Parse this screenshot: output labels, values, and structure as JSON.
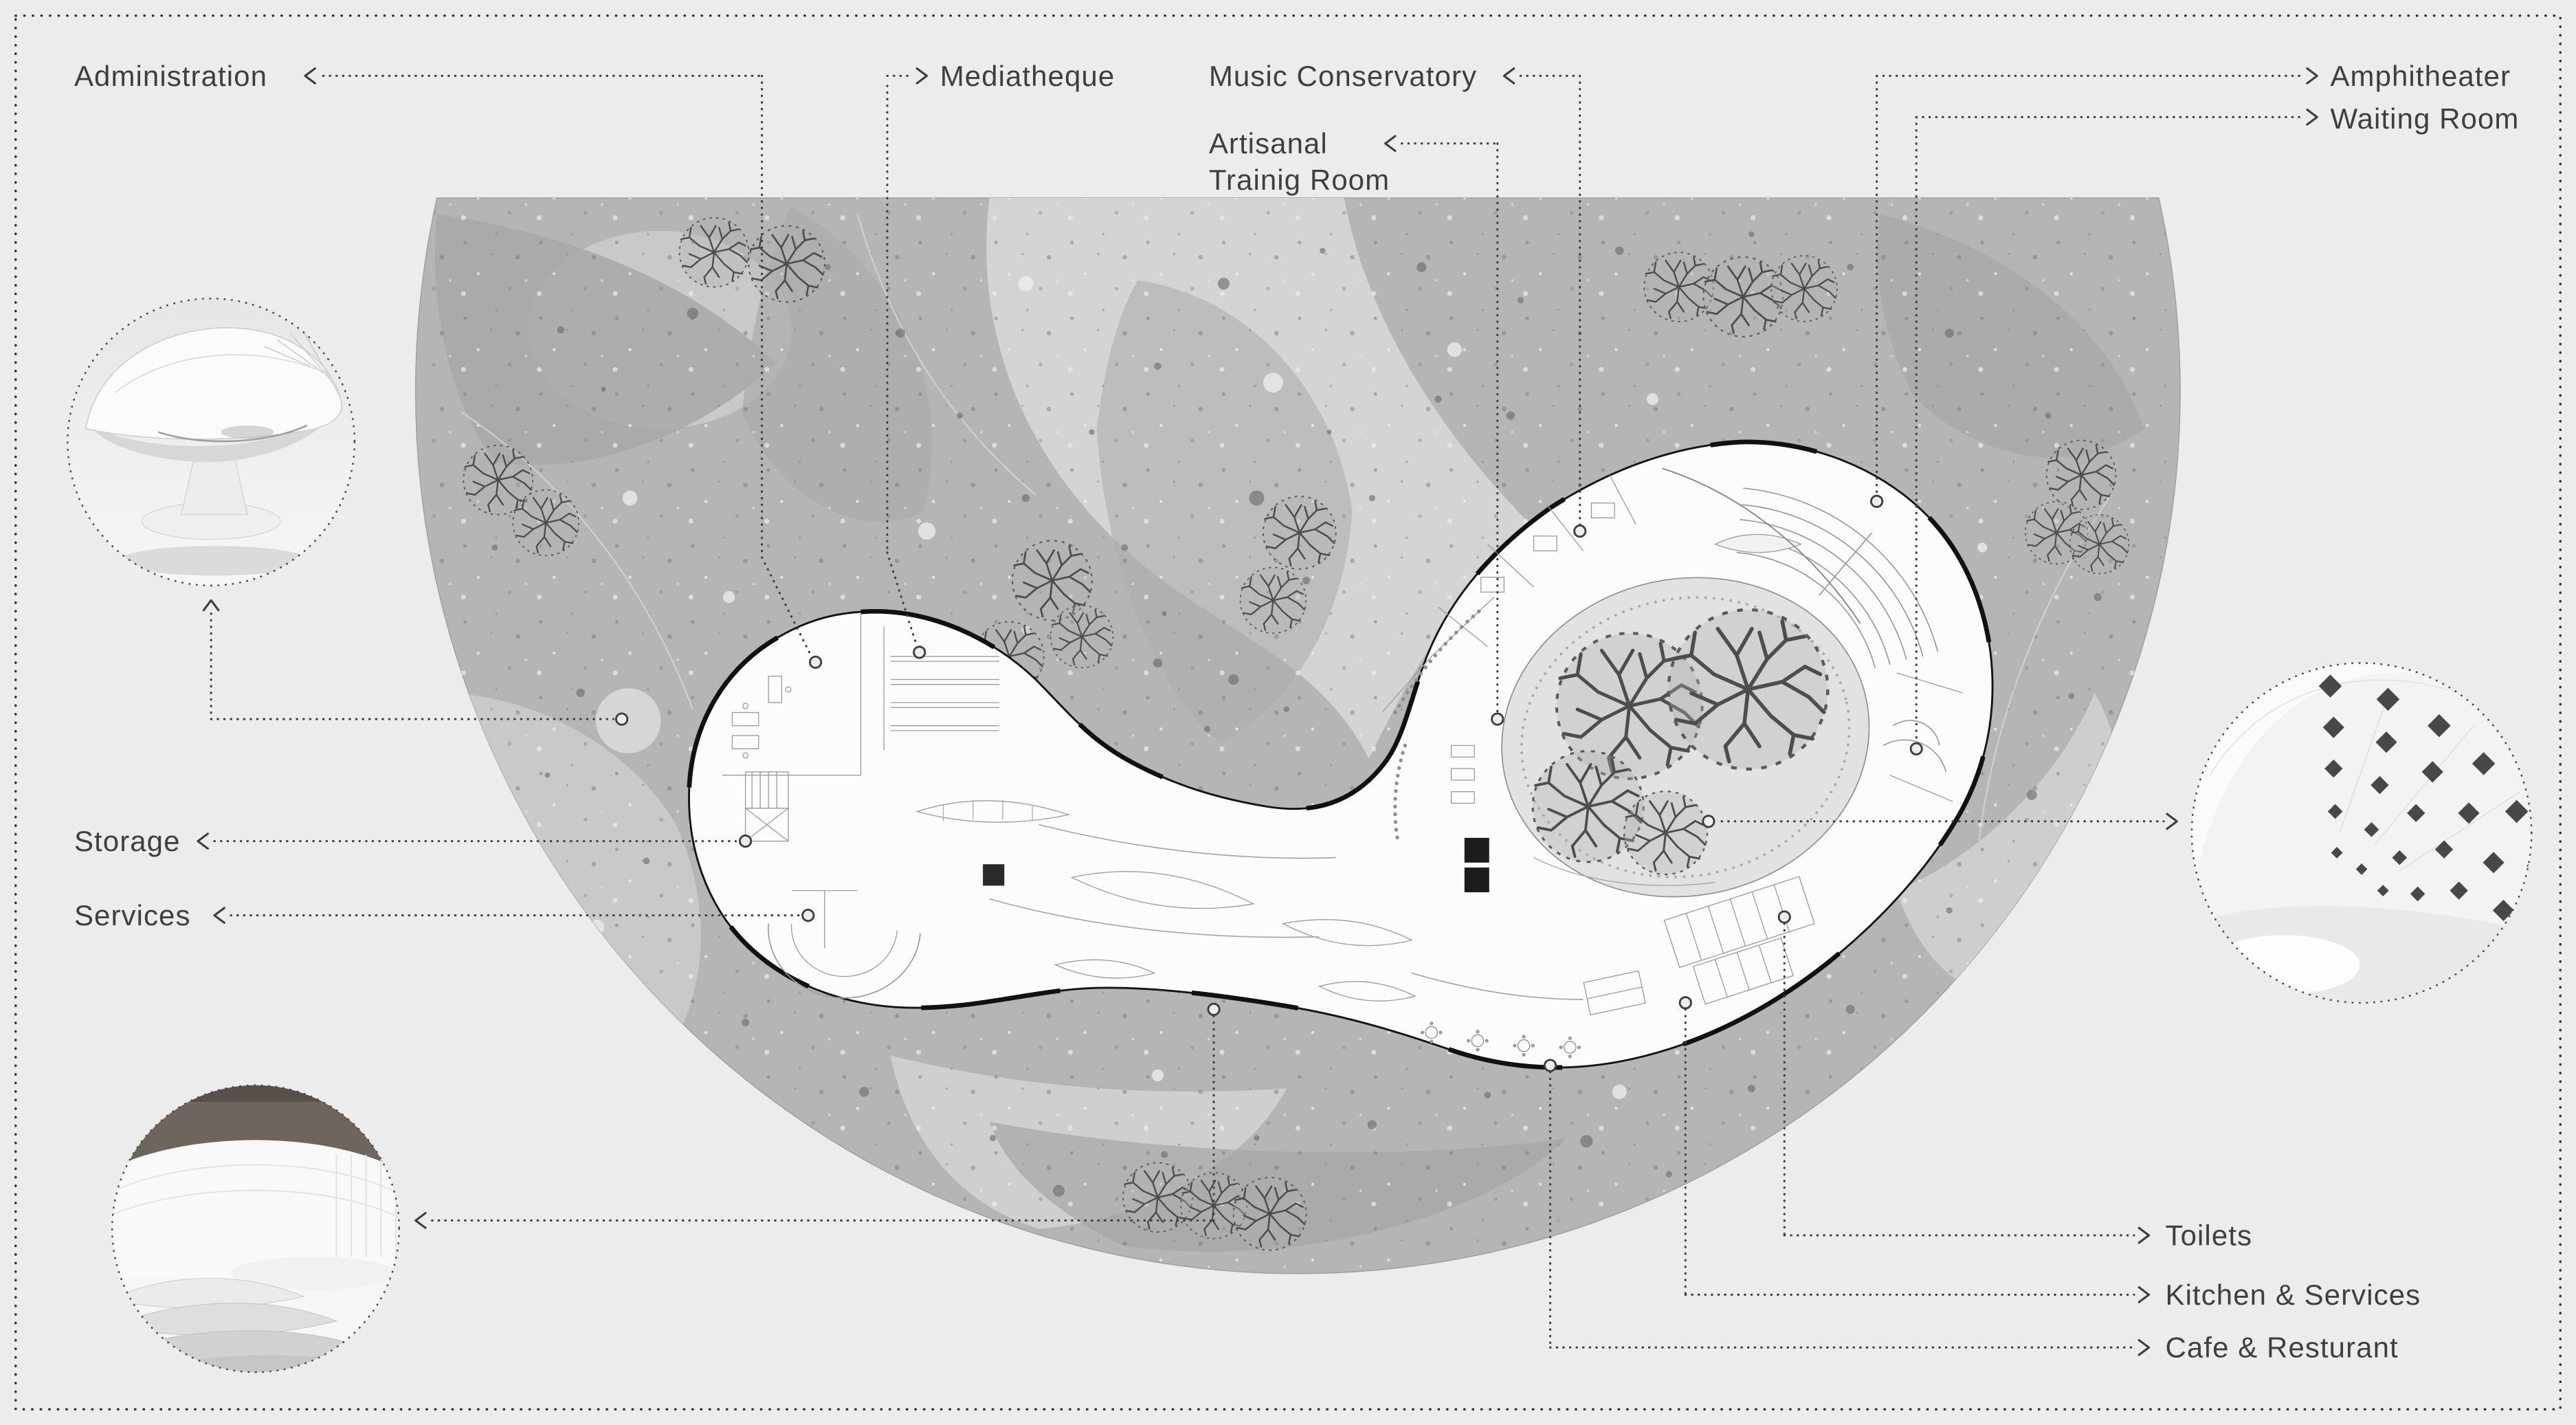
{
  "colors": {
    "background": "#ececec",
    "ink": "#3f3f3f",
    "border": "#2e2e2e",
    "site_base": "#b5b5b5",
    "site_light": "#d4d4d4",
    "site_dark": "#a8a8a8",
    "building_fill": "#fcfcfc",
    "building_outline": "#141414",
    "courtyard_fill": "#e2e2e2"
  },
  "labels": {
    "administration": "Administration",
    "mediatheque": "Mediatheque",
    "music_conservatory": "Music Conservatory",
    "artisanal_line1": "Artisanal",
    "artisanal_line2": "Trainig Room",
    "amphitheater": "Amphitheater",
    "waiting_room": "Waiting Room",
    "storage": "Storage",
    "services": "Services",
    "toilets": "Toilets",
    "kitchen_services": "Kitchen & Services",
    "cafe_restaurant": "Cafe & Resturant"
  },
  "insets": {
    "exterior": "exterior-pavilion-render",
    "skylight": "interior-skylight-render",
    "terraces": "interior-terraces-render"
  }
}
